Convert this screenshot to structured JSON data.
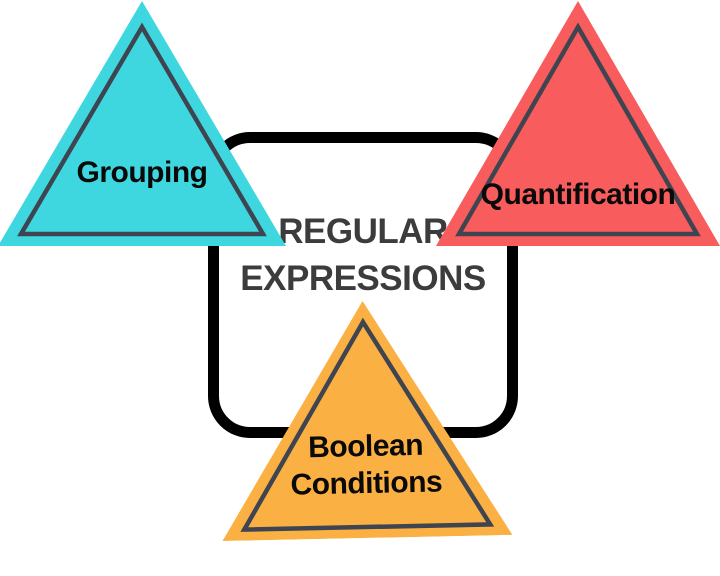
{
  "title": {
    "line1": "REGULAR",
    "line2": "EXPRESSIONS"
  },
  "triangles": [
    {
      "name": "grouping",
      "label": "Grouping",
      "color": "#3ED7E0"
    },
    {
      "name": "quantification",
      "label": "Quantification",
      "color": "#F85C5C"
    },
    {
      "name": "boolean-conditions",
      "label": "Boolean Conditions",
      "label_line1": "Boolean",
      "label_line2": "Conditions",
      "color": "#FBB044"
    }
  ],
  "colors": {
    "background": "#FFFFFF",
    "frame_border": "#000000",
    "inner_outline": "#3E4550",
    "title_text": "#3C3C3C",
    "label_text": "#0A0A0A"
  }
}
